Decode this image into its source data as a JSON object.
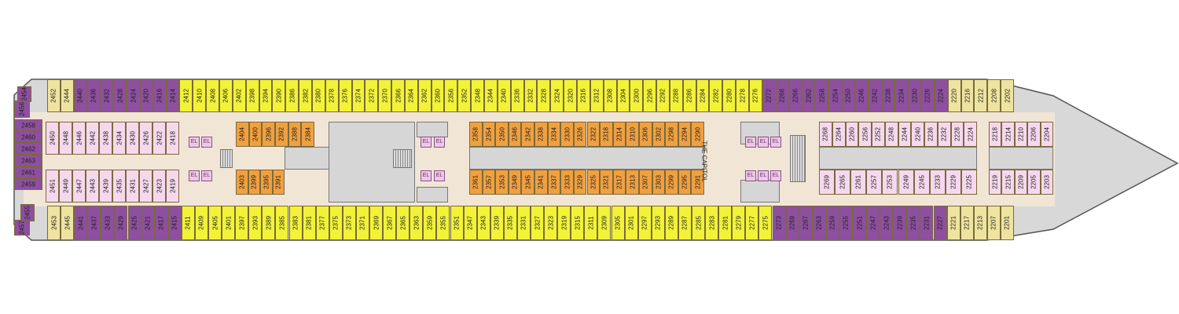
{
  "deck": {
    "venue_label": "THE CAPITOL",
    "elevator_label": "EL",
    "colors": {
      "balcony": "#8e4fa0",
      "ocean_view": "#f2f238",
      "interior": "#f0a040",
      "interior_light": "#f6d8ee",
      "suite": "#efe3a0",
      "public": "#d6d6d6",
      "corridor": "#f1e6d6",
      "hull": "#d8d8d8",
      "outline": "#555555"
    },
    "top_row": [
      "2452",
      "2444",
      "2440",
      "2436",
      "2432",
      "2428",
      "2424",
      "2420",
      "2416",
      "2414",
      "2412",
      "2410",
      "2408",
      "2406",
      "2402",
      "2398",
      "2394",
      "2390",
      "2386",
      "2382",
      "2380",
      "2378",
      "2376",
      "2374",
      "2372",
      "2370",
      "2366",
      "2364",
      "2362",
      "2360",
      "2356",
      "2352",
      "2348",
      "2344",
      "2340",
      "2336",
      "2332",
      "2328",
      "2324",
      "2320",
      "2316",
      "2312",
      "2308",
      "2304",
      "2300",
      "2296",
      "2292",
      "2288",
      "2286",
      "2284",
      "2282",
      "2280",
      "2278",
      "2276",
      "2272",
      "2268",
      "2266",
      "2262",
      "2258",
      "2254",
      "2250",
      "2246",
      "2242",
      "2238",
      "2234",
      "2230",
      "2226",
      "2224",
      "2220",
      "2216",
      "2212",
      "2208",
      "2202"
    ],
    "bottom_row": [
      "2453",
      "2445",
      "2441",
      "2437",
      "2433",
      "2429",
      "2425",
      "2421",
      "2417",
      "2415",
      "2411",
      "2409",
      "2405",
      "2401",
      "2397",
      "2393",
      "2389",
      "2385",
      "2383",
      "2381",
      "2377",
      "2375",
      "2373",
      "2371",
      "2369",
      "2367",
      "2365",
      "2363",
      "2359",
      "2355",
      "2351",
      "2347",
      "2343",
      "2339",
      "2335",
      "2331",
      "2327",
      "2323",
      "2319",
      "2315",
      "2311",
      "2309",
      "2305",
      "2301",
      "2297",
      "2293",
      "2289",
      "2287",
      "2285",
      "2283",
      "2281",
      "2279",
      "2277",
      "2275",
      "2273",
      "2269",
      "2267",
      "2263",
      "2259",
      "2255",
      "2251",
      "2247",
      "2243",
      "2239",
      "2235",
      "2231",
      "2227",
      "2221",
      "2217",
      "2213",
      "2207",
      "2201"
    ],
    "stern_rows": [
      "2458",
      "2460",
      "2462",
      "2463",
      "2461",
      "2459"
    ],
    "stern_corners": [
      "2454",
      "2456",
      "2455",
      "2457"
    ],
    "aft_inner_upper": [
      "2450",
      "2448",
      "2446",
      "2442",
      "2438",
      "2434",
      "2430",
      "2426",
      "2422",
      "2418"
    ],
    "aft_inner_lower": [
      "2451",
      "2449",
      "2447",
      "2443",
      "2439",
      "2435",
      "2431",
      "2427",
      "2423",
      "2419"
    ],
    "mid_inner_upper": [
      "2404",
      "2400",
      "2396",
      "2392",
      "2388",
      "2384"
    ],
    "mid_inner_lower": [
      "2403",
      "2399",
      "2395",
      "2391"
    ],
    "center_inner_upper": [
      "2358",
      "2354",
      "2350",
      "2346",
      "2342",
      "2338",
      "2334",
      "2330",
      "2326",
      "2322",
      "2318",
      "2314",
      "2310",
      "2306",
      "2302",
      "2298",
      "2294",
      "2290"
    ],
    "center_inner_lower": [
      "2361",
      "2357",
      "2353",
      "2349",
      "2345",
      "2341",
      "2337",
      "2333",
      "2329",
      "2325",
      "2321",
      "2317",
      "2313",
      "2307",
      "2303",
      "2299",
      "2295",
      "2291"
    ],
    "fwd_inner_upper": [
      "2268",
      "2264",
      "2260",
      "2256",
      "2252",
      "2248",
      "2244",
      "2240",
      "2236",
      "2232",
      "2228",
      "2224"
    ],
    "fwd_inner_lower": [
      "2269",
      "2265",
      "2261",
      "2257",
      "2253",
      "2249",
      "2245",
      "2233",
      "2229",
      "2225"
    ],
    "bow_inner_upper": [
      "2218",
      "2214",
      "2210",
      "2206",
      "2204"
    ],
    "bow_inner_lower": [
      "2219",
      "2215",
      "2209",
      "2205",
      "2203"
    ]
  }
}
